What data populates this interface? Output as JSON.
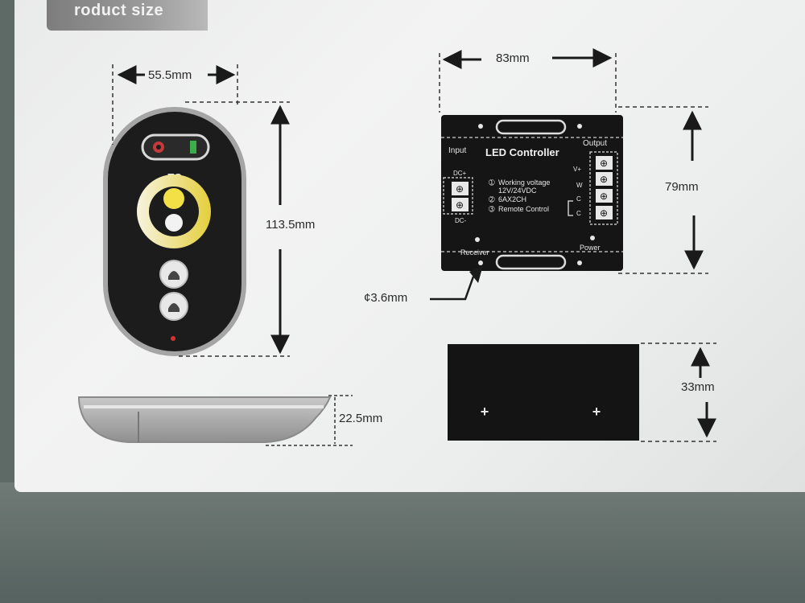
{
  "section_title": "roduct size",
  "remote": {
    "width": "55.5mm",
    "height": "113.5mm",
    "thickness": "22.5mm",
    "brand": "TC"
  },
  "controller": {
    "width": "83mm",
    "height": "79mm",
    "depth": "33mm",
    "hole": "¢3.6mm",
    "title": "LED Controller",
    "input_label": "Input",
    "output_label": "Output",
    "dc_plus": "DC+",
    "dc_minus": "DC-",
    "specs": [
      "Working voltage",
      "12V/24VDC",
      "6AX2CH",
      "Remote Control"
    ],
    "out_v": "V+",
    "out_w": "W",
    "out_c1": "C",
    "out_c2": "C",
    "receiver": "Receiver",
    "power": "Power"
  },
  "colors": {
    "ink": "#1a1a1a",
    "warm_white": "#f1e8b0",
    "yellow": "#f3e046"
  }
}
